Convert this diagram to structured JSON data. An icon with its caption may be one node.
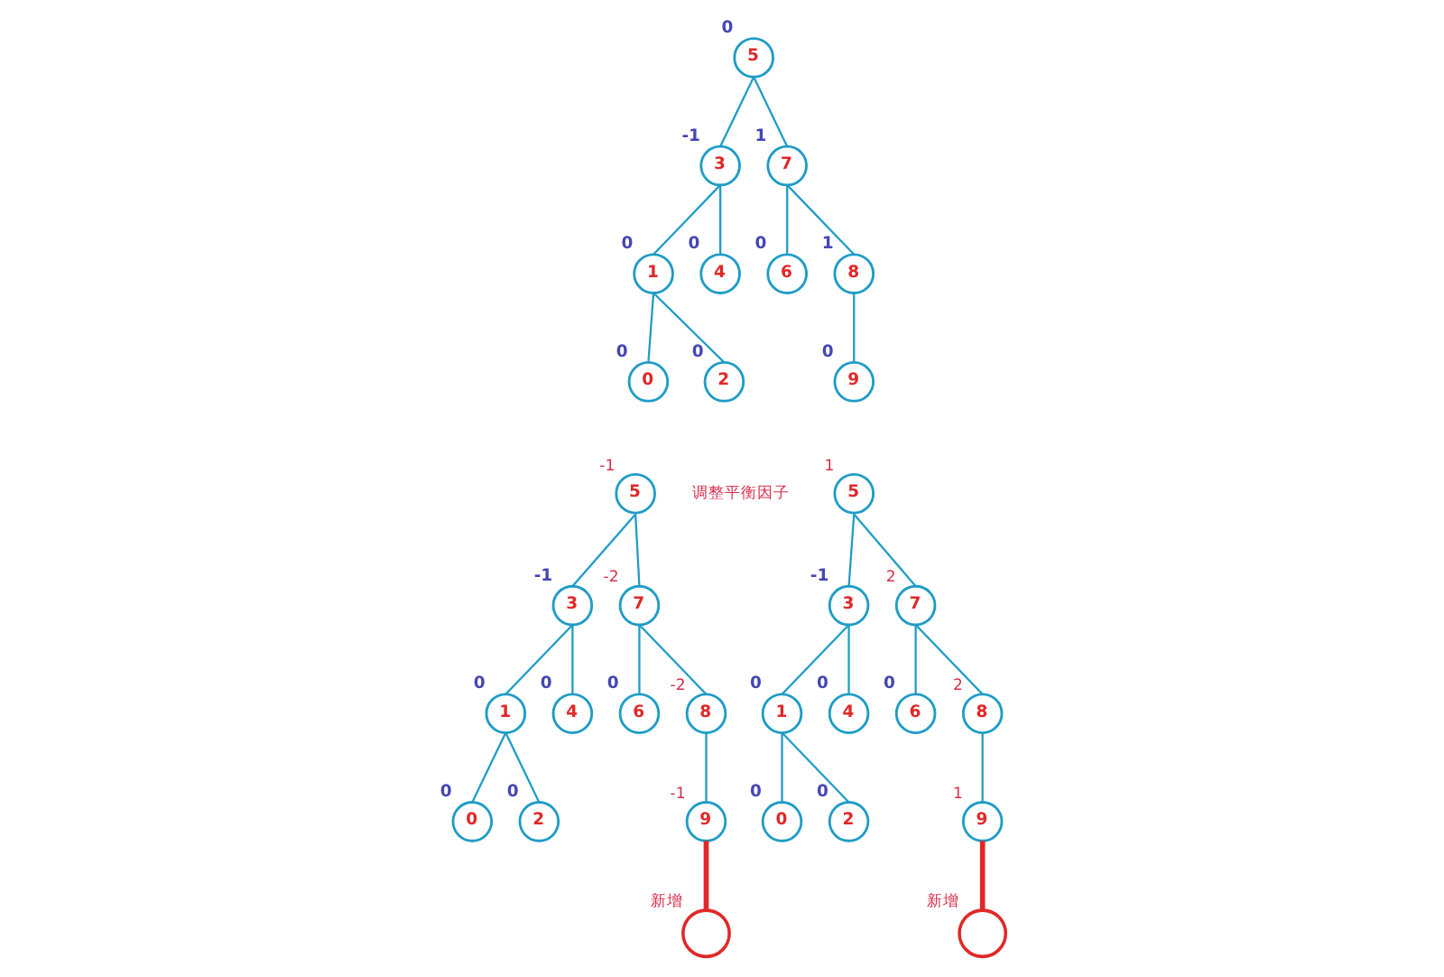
{
  "diagram": {
    "nodes": [
      {
        "text": [
          "5"
        ],
        "beside": [
          "0"
        ]
      },
      {
        "text": [
          "3"
        ],
        "beside": [
          "-1"
        ]
      },
      {
        "text": [
          "7"
        ],
        "beside": [
          "1"
        ]
      },
      {
        "text": [
          "1"
        ],
        "beside": [
          "0"
        ]
      },
      {
        "text": [
          "4"
        ],
        "beside": [
          "0"
        ]
      },
      {
        "text": [
          "6"
        ],
        "beside": [
          "0"
        ]
      },
      {
        "text": [
          "8"
        ],
        "beside": [
          "1"
        ]
      },
      {
        "text": [
          "0"
        ],
        "beside": [
          "0"
        ]
      },
      {
        "text": [
          "2"
        ],
        "beside": [
          "0"
        ]
      },
      {
        "text": [
          "9"
        ],
        "beside": [
          "0"
        ]
      },
      {
        "text": [
          "5"
        ],
        "beside": [
          "-1"
        ]
      },
      {
        "text": [
          "3"
        ],
        "beside": [
          "-1"
        ]
      },
      {
        "text": [
          "7"
        ],
        "beside": [
          "-2"
        ]
      },
      {
        "text": [
          "1"
        ],
        "beside": [
          "0"
        ]
      },
      {
        "text": [
          "4"
        ],
        "beside": [
          "0"
        ]
      },
      {
        "text": [
          "6"
        ],
        "beside": [
          "0"
        ]
      },
      {
        "text": [
          "8"
        ],
        "beside": [
          "-2"
        ]
      },
      {
        "text": [
          "0"
        ],
        "beside": [
          "0"
        ]
      },
      {
        "text": [
          "2"
        ],
        "beside": [
          "0"
        ]
      },
      {
        "text": [
          "9"
        ],
        "beside": [
          "-1"
        ]
      },
      {
        "text": [],
        "shape": "circle",
        "beside": [
          "新增"
        ]
      },
      {
        "text": [
          "5"
        ],
        "beside": [
          "1"
        ]
      },
      {
        "text": [
          "3"
        ],
        "beside": [
          "-1"
        ]
      },
      {
        "text": [
          "7"
        ],
        "beside": [
          "2"
        ]
      },
      {
        "text": [
          "1"
        ],
        "beside": [
          "0"
        ]
      },
      {
        "text": [
          "4"
        ],
        "beside": [
          "0"
        ]
      },
      {
        "text": [
          "6"
        ],
        "beside": [
          "0"
        ]
      },
      {
        "text": [
          "8"
        ],
        "beside": [
          "2"
        ]
      },
      {
        "text": [
          "0"
        ],
        "beside": [
          "0"
        ]
      },
      {
        "text": [
          "2"
        ],
        "beside": [
          "0"
        ]
      },
      {
        "text": [
          "9"
        ],
        "beside": [
          "1"
        ]
      },
      {
        "text": [],
        "shape": "circle",
        "beside": [
          "新增"
        ]
      }
    ],
    "edges": [
      {
        "from": 0,
        "to": 1,
        "arrow": "none"
      },
      {
        "from": 0,
        "to": 2,
        "arrow": "none"
      },
      {
        "from": 1,
        "to": 3,
        "arrow": "none"
      },
      {
        "from": 1,
        "to": 4,
        "arrow": "none"
      },
      {
        "from": 2,
        "to": 5,
        "arrow": "none"
      },
      {
        "from": 2,
        "to": 6,
        "arrow": "none"
      },
      {
        "from": 3,
        "to": 7,
        "arrow": "none"
      },
      {
        "from": 3,
        "to": 8,
        "arrow": "none"
      },
      {
        "from": 6,
        "to": 9,
        "arrow": "none"
      },
      {
        "from": 10,
        "to": 11,
        "arrow": "none"
      },
      {
        "from": 10,
        "to": 12,
        "arrow": "none"
      },
      {
        "from": 11,
        "to": 13,
        "arrow": "none"
      },
      {
        "from": 11,
        "to": 14,
        "arrow": "none"
      },
      {
        "from": 12,
        "to": 15,
        "arrow": "none"
      },
      {
        "from": 12,
        "to": 16,
        "arrow": "none"
      },
      {
        "from": 13,
        "to": 17,
        "arrow": "none"
      },
      {
        "from": 13,
        "to": 18,
        "arrow": "none"
      },
      {
        "from": 16,
        "to": 19,
        "arrow": "none"
      },
      {
        "from": 19,
        "to": 20,
        "arrow": "none",
        "style": "thick",
        "color": "#e02828"
      },
      {
        "from": 21,
        "to": 22,
        "arrow": "none"
      },
      {
        "from": 21,
        "to": 23,
        "arrow": "none"
      },
      {
        "from": 22,
        "to": 24,
        "arrow": "none"
      },
      {
        "from": 22,
        "to": 25,
        "arrow": "none"
      },
      {
        "from": 23,
        "to": 26,
        "arrow": "none"
      },
      {
        "from": 23,
        "to": 27,
        "arrow": "none"
      },
      {
        "from": 24,
        "to": 28,
        "arrow": "none"
      },
      {
        "from": 24,
        "to": 29,
        "arrow": "none"
      },
      {
        "from": 27,
        "to": 30,
        "arrow": "none"
      },
      {
        "from": 30,
        "to": 31,
        "arrow": "none",
        "style": "thick",
        "color": "#e02828"
      }
    ],
    "labels": [
      "调整平衡因子"
    ]
  }
}
